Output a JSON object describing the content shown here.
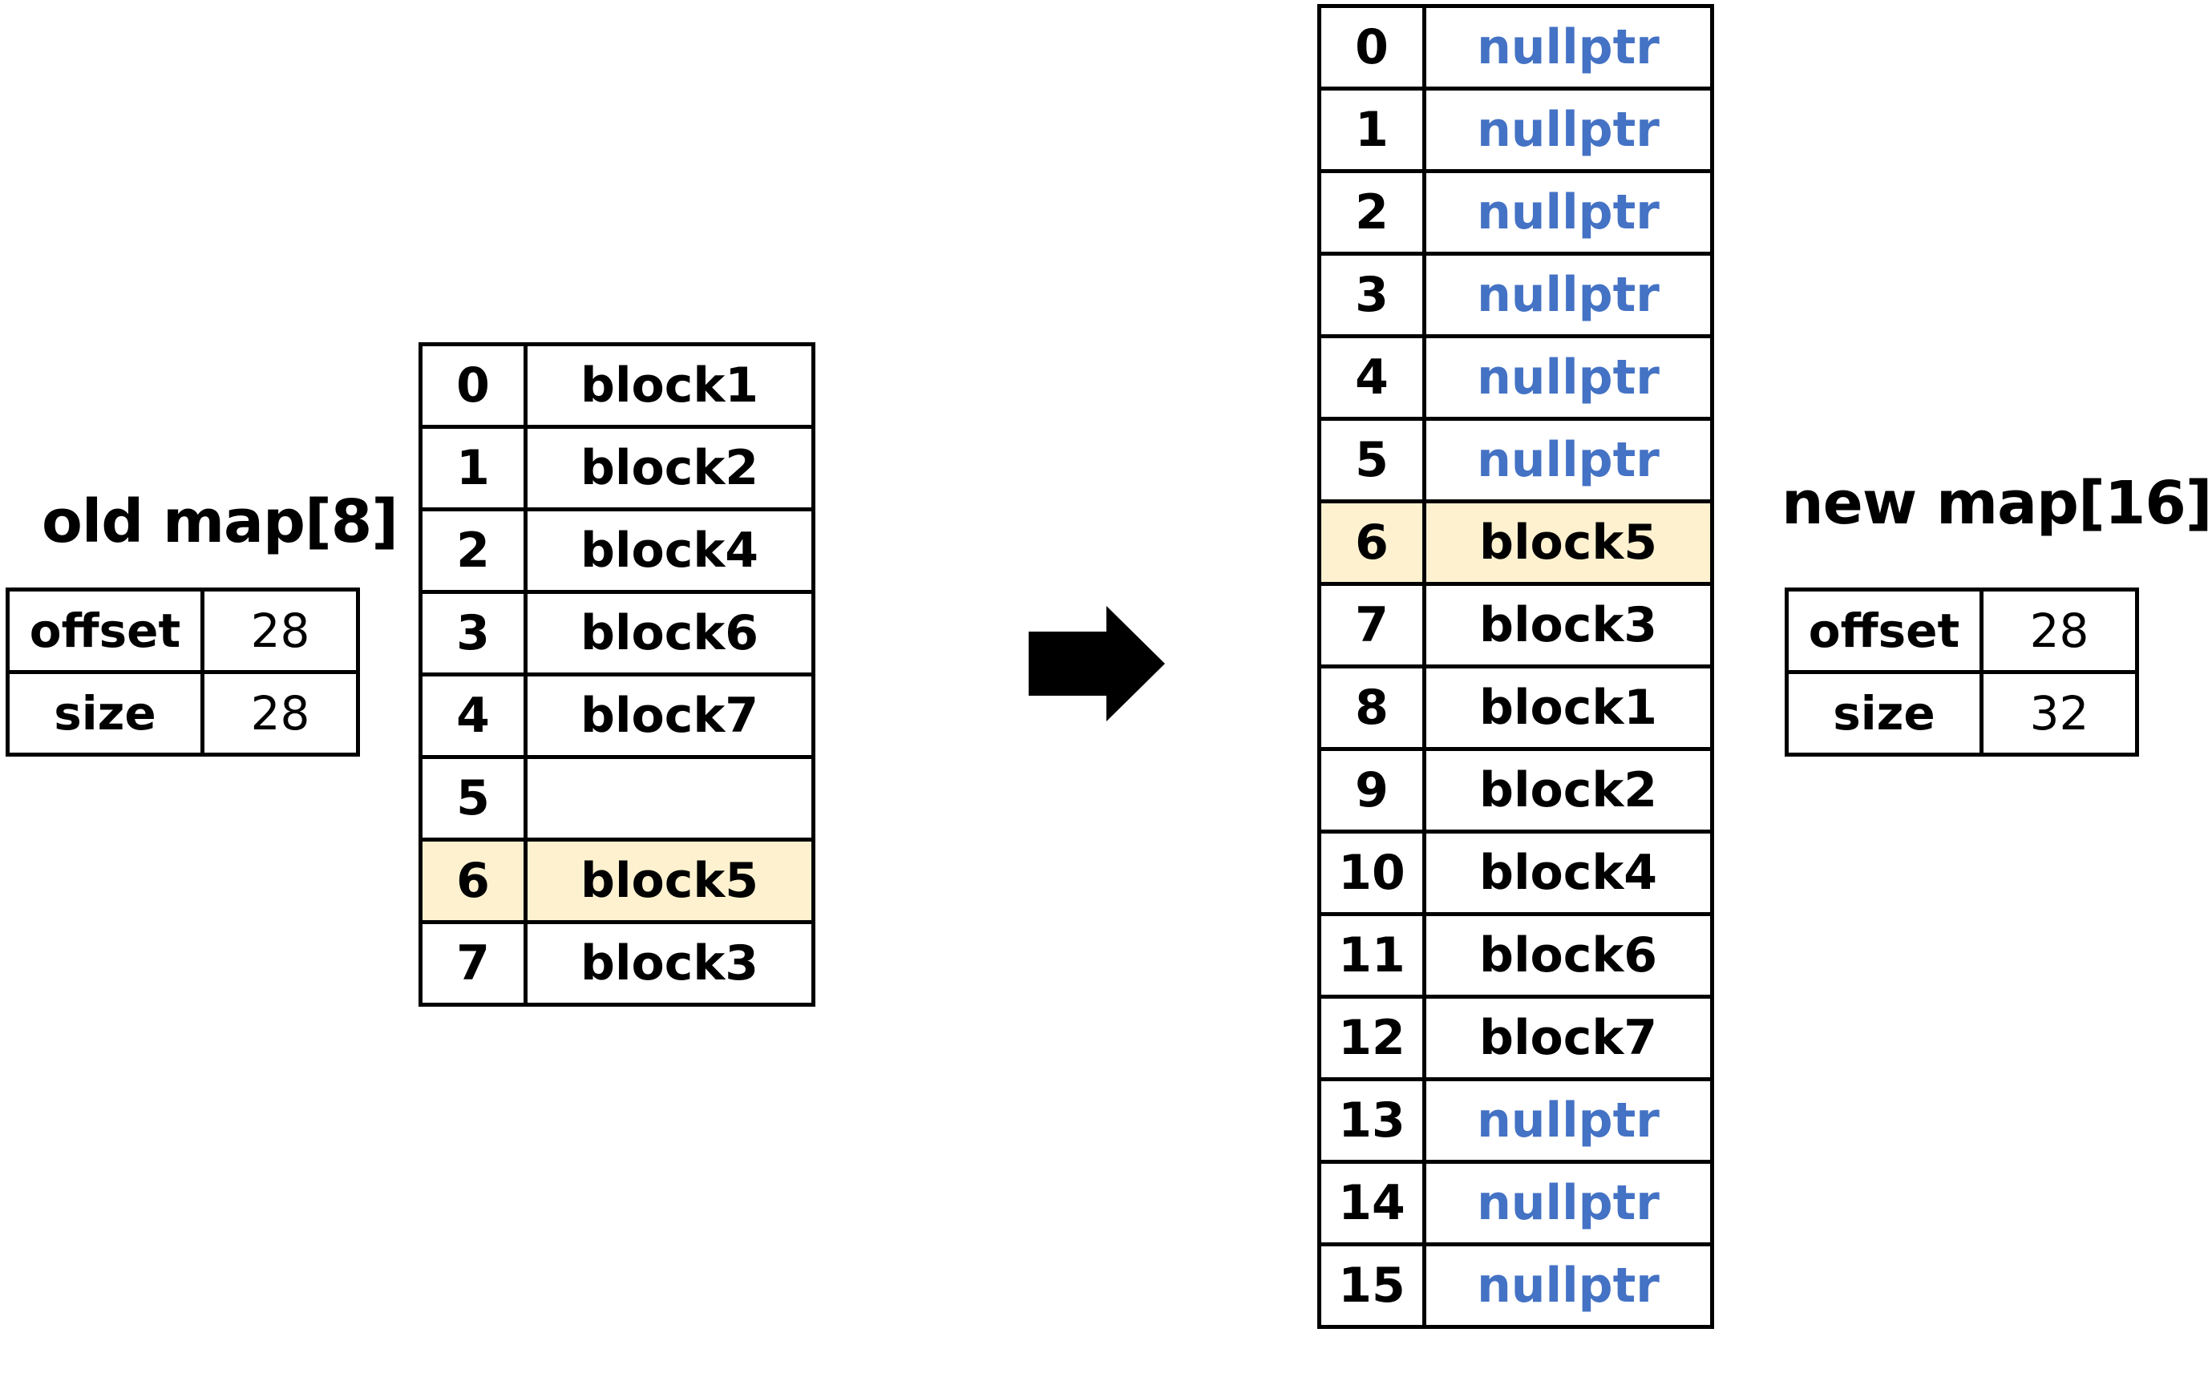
{
  "old_map": {
    "title": "old map[8]",
    "offset_label": "offset",
    "offset_value": "28",
    "size_label": "size",
    "size_value": "28",
    "highlight_color": "#fdf1cf",
    "rows": [
      {
        "index": "0",
        "value": "block1"
      },
      {
        "index": "1",
        "value": "block2"
      },
      {
        "index": "2",
        "value": "block4"
      },
      {
        "index": "3",
        "value": "block6"
      },
      {
        "index": "4",
        "value": "block7"
      },
      {
        "index": "5",
        "value": ""
      },
      {
        "index": "6",
        "value": "block5",
        "highlight": true
      },
      {
        "index": "7",
        "value": "block3"
      }
    ]
  },
  "arrow": {
    "icon": "right-arrow-icon",
    "color": "#000000"
  },
  "new_map": {
    "title": "new map[16]",
    "offset_label": "offset",
    "offset_value": "28",
    "size_label": "size",
    "size_value": "32",
    "highlight_color": "#fdf1cf",
    "nullptr_color": "#4472c4",
    "rows": [
      {
        "index": "0",
        "value": "nullptr",
        "null": true
      },
      {
        "index": "1",
        "value": "nullptr",
        "null": true
      },
      {
        "index": "2",
        "value": "nullptr",
        "null": true
      },
      {
        "index": "3",
        "value": "nullptr",
        "null": true
      },
      {
        "index": "4",
        "value": "nullptr",
        "null": true
      },
      {
        "index": "5",
        "value": "nullptr",
        "null": true
      },
      {
        "index": "6",
        "value": "block5",
        "highlight": true
      },
      {
        "index": "7",
        "value": "block3"
      },
      {
        "index": "8",
        "value": "block1"
      },
      {
        "index": "9",
        "value": "block2"
      },
      {
        "index": "10",
        "value": "block4"
      },
      {
        "index": "11",
        "value": "block6"
      },
      {
        "index": "12",
        "value": "block7"
      },
      {
        "index": "13",
        "value": "nullptr",
        "null": true
      },
      {
        "index": "14",
        "value": "nullptr",
        "null": true
      },
      {
        "index": "15",
        "value": "nullptr",
        "null": true
      }
    ]
  }
}
